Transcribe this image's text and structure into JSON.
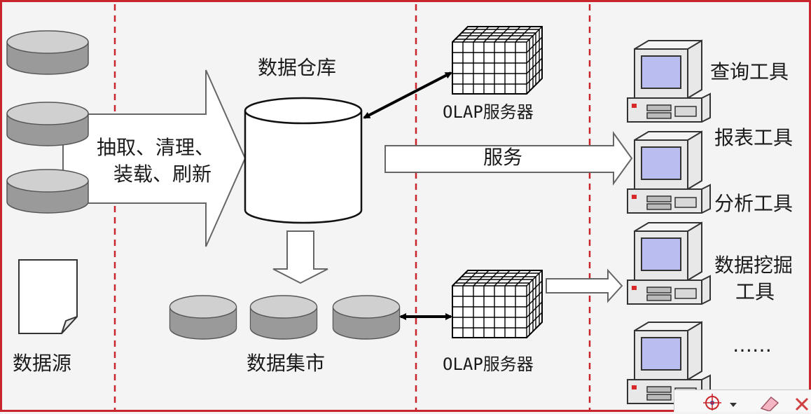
{
  "diagram": {
    "source_label": "数据源",
    "etl_label_line1": "抽取、清理、",
    "etl_label_line2": "装载、刷新",
    "warehouse_label": "数据仓库",
    "datamart_label": "数据集市",
    "olap_top_label": "OLAP服务器",
    "olap_bottom_label": "OLAP服务器",
    "service_label": "服务",
    "tools": [
      "查询工具",
      "报表工具",
      "分析工具",
      "数据挖掘",
      "工具"
    ],
    "ellipsis": "……"
  },
  "colors": {
    "frame": "#c8252c",
    "divider": "#c8252c",
    "disk_top": "#d0d0d0",
    "disk_side": "#9a9a9a",
    "screen": "#b9bdf0"
  },
  "toolbar": {
    "icons": [
      "target-icon",
      "dropdown-arrow-icon",
      "eraser-icon",
      "close-icon"
    ]
  }
}
